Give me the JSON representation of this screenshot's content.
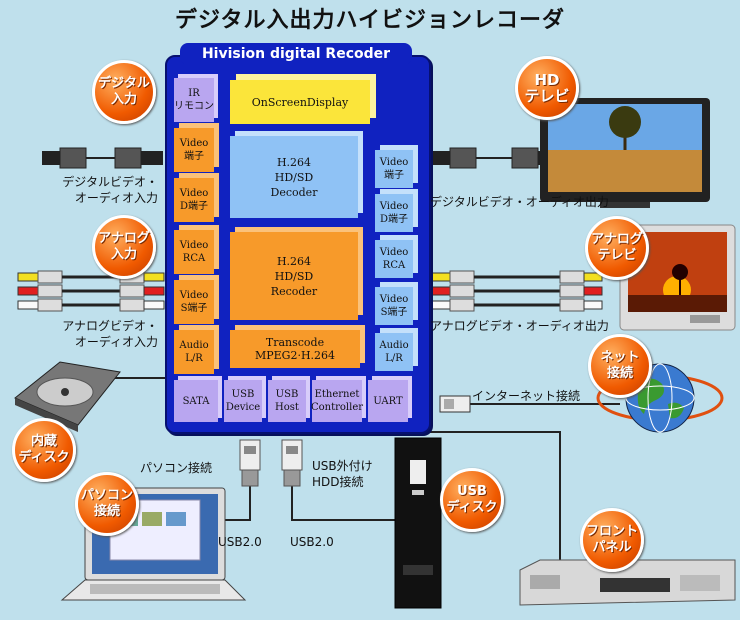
{
  "title": "デジタル入出力ハイビジョンレコーダ",
  "board": {
    "title": "Hivision digital Recoder",
    "left_blocks": [
      {
        "key": "ir",
        "label": "IR\nリモコン"
      },
      {
        "key": "video_in",
        "label": "Video\n端子"
      },
      {
        "key": "video_d_in",
        "label": "Video\nD端子"
      },
      {
        "key": "video_rca_in",
        "label": "Video\nRCA"
      },
      {
        "key": "video_s_in",
        "label": "Video\nS端子"
      },
      {
        "key": "audio_in",
        "label": "Audio\nL/R"
      }
    ],
    "right_blocks": [
      {
        "key": "video_out",
        "label": "Video\n端子"
      },
      {
        "key": "video_d_out",
        "label": "Video\nD端子"
      },
      {
        "key": "video_rca_out",
        "label": "Video\nRCA"
      },
      {
        "key": "video_s_out",
        "label": "Video\nS端子"
      },
      {
        "key": "audio_out",
        "label": "Audio\nL/R"
      }
    ],
    "center_blocks": {
      "osd": "OnScreenDisplay",
      "decoder": "H.264\nHD/SD\nDecoder",
      "recoder": "H.264\nHD/SD\nRecoder",
      "transcode": "Transcode MPEG2·H.264"
    },
    "bottom_blocks": [
      {
        "key": "sata",
        "label": "SATA"
      },
      {
        "key": "usb_device",
        "label": "USB\nDevice"
      },
      {
        "key": "usb_host",
        "label": "USB\nHost"
      },
      {
        "key": "ethernet",
        "label": "Ethernet\nController"
      },
      {
        "key": "uart",
        "label": "UART"
      }
    ]
  },
  "badges": {
    "digital_in": "デジタル\n入力",
    "analog_in": "アナログ\n入力",
    "hd_tv": "HD\nテレビ",
    "analog_tv": "アナログ\nテレビ",
    "net": "ネット\n接続",
    "internal_disk": "内蔵\nディスク",
    "pc": "パソコン\n接続",
    "usb_disk": "USB\nディスク",
    "front_panel": "フロント\nパネル"
  },
  "labels": {
    "digital_av_in": "デジタルビデオ・\nオーディオ入力",
    "digital_av_out": "デジタルビデオ・オーディオ出力",
    "analog_av_in": "アナログビデオ・\nオーディオ入力",
    "analog_av_out": "アナログビデオ・オーディオ出力",
    "internet": "インターネット接続",
    "pc_conn": "パソコン接続",
    "usb_hdd": "USB外付け\nHDD接続",
    "usb2_a": "USB2.0",
    "usb2_b": "USB2.0"
  },
  "colors": {
    "board": "#1022c0",
    "io_block": "#b9a6f0",
    "orange_block": "#f79a2a",
    "blue_block": "#8fc2f5",
    "osd_block": "#fbe53a",
    "badge": "#f05a00"
  }
}
